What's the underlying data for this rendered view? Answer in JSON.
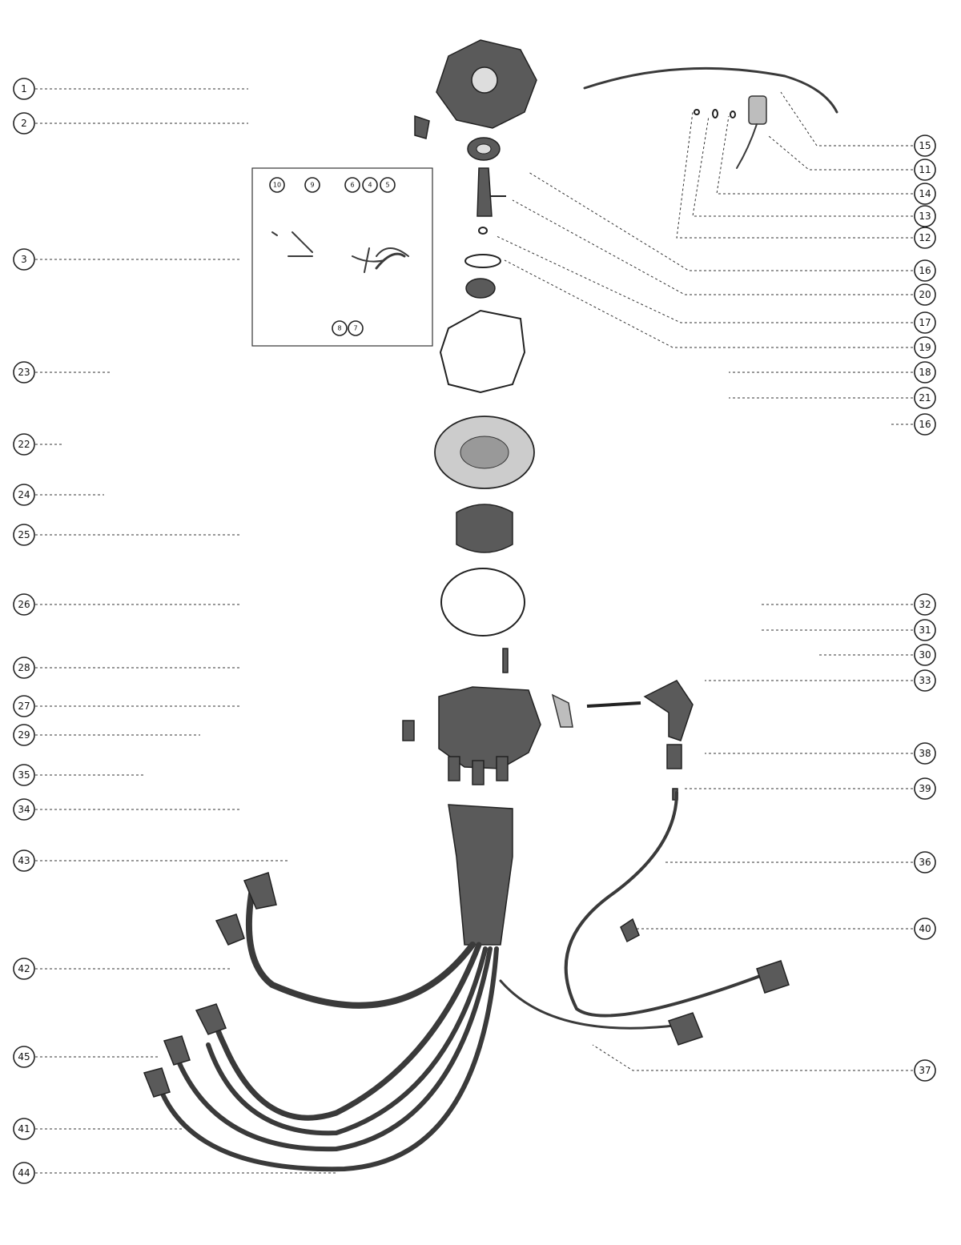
{
  "callouts": {
    "c1": "1",
    "c2": "2",
    "c3": "3",
    "c23": "23",
    "c22": "22",
    "c24": "24",
    "c25": "25",
    "c26": "26",
    "c28": "28",
    "c27": "27",
    "c29": "29",
    "c35": "35",
    "c34": "34",
    "c43": "43",
    "c42": "42",
    "c45": "45",
    "c41": "41",
    "c44": "44",
    "c15": "15",
    "c11": "11",
    "c14": "14",
    "c13": "13",
    "c12": "12",
    "c16a": "16",
    "c20": "20",
    "c17": "17",
    "c19": "19",
    "c18": "18",
    "c21": "21",
    "c16b": "16",
    "c32": "32",
    "c31": "31",
    "c30": "30",
    "c33": "33",
    "c38": "38",
    "c39": "39",
    "c36": "36",
    "c40": "40",
    "c37": "37"
  },
  "inset_callouts": {
    "i10": "10",
    "i9": "9",
    "i6": "6",
    "i4": "4",
    "i5": "5",
    "i8": "8",
    "i7": "7"
  },
  "colors": {
    "ink": "#222222",
    "paper": "#ffffff",
    "part_fill": "#5a5a5a"
  }
}
